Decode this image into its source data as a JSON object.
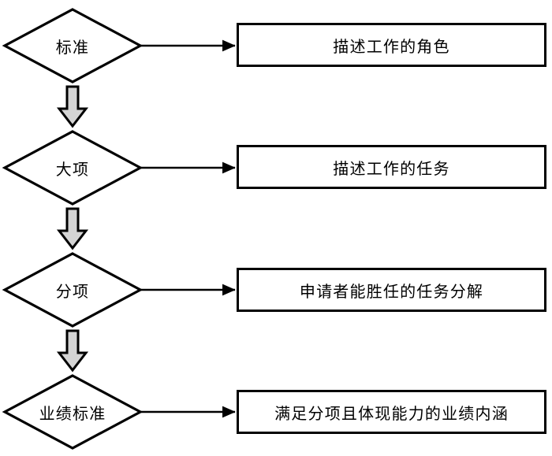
{
  "diagram": {
    "type": "flowchart",
    "title": "",
    "orientation": "vertical-with-side-annotations",
    "colors": {
      "stroke": "#000000",
      "background": "#FFFFFF",
      "block_arrow_fill": "#D4D4D4",
      "text": "#000000"
    },
    "levels": [
      {
        "id": "level-1",
        "node_label": "标准",
        "node_shape": "diamond",
        "description_label": "描述工作的角色",
        "description_shape": "rectangle",
        "connector": "arrow-right"
      },
      {
        "id": "level-2",
        "node_label": "大项",
        "node_shape": "diamond",
        "description_label": "描述工作的任务",
        "description_shape": "rectangle",
        "connector": "arrow-right"
      },
      {
        "id": "level-3",
        "node_label": "分项",
        "node_shape": "diamond",
        "description_label": "申请者能胜任的任务分解",
        "description_shape": "rectangle",
        "connector": "arrow-right"
      },
      {
        "id": "level-4",
        "node_label": "业绩标准",
        "node_shape": "diamond",
        "description_label": "满足分项且体现能力的业绩内涵",
        "description_shape": "rectangle",
        "connector": "arrow-right"
      }
    ],
    "flow_arrows": [
      {
        "id": "flow-1-2",
        "from": "标准",
        "to": "大项",
        "style": "block-arrow-down"
      },
      {
        "id": "flow-2-3",
        "from": "大项",
        "to": "分项",
        "style": "block-arrow-down"
      },
      {
        "id": "flow-3-4",
        "from": "分项",
        "to": "业绩标准",
        "style": "block-arrow-down"
      }
    ]
  }
}
